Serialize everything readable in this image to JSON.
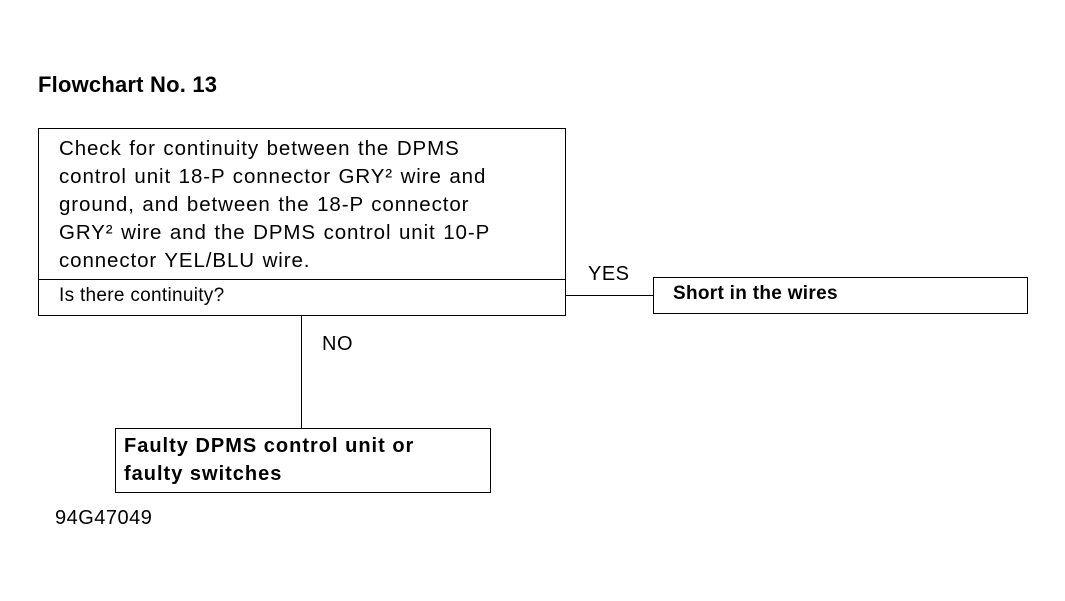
{
  "title": "Flowchart No. 13",
  "check_step": {
    "lines": [
      "Check for continuity between the DPMS",
      "control unit 18-P connector GRY² wire and",
      "ground, and between the 18-P connector",
      "GRY² wire and the DPMS control unit  10-P",
      "connector YEL/BLU wire."
    ],
    "question": "Is there continuity?"
  },
  "branches": {
    "yes": {
      "label": "YES",
      "result": "Short in the wires"
    },
    "no": {
      "label": "NO",
      "result_lines": [
        "Faulty DPMS control unit or",
        "faulty switches"
      ]
    }
  },
  "reference_code": "94G47049",
  "colors": {
    "line": "#000000",
    "background": "#ffffff",
    "text": "#000000"
  }
}
